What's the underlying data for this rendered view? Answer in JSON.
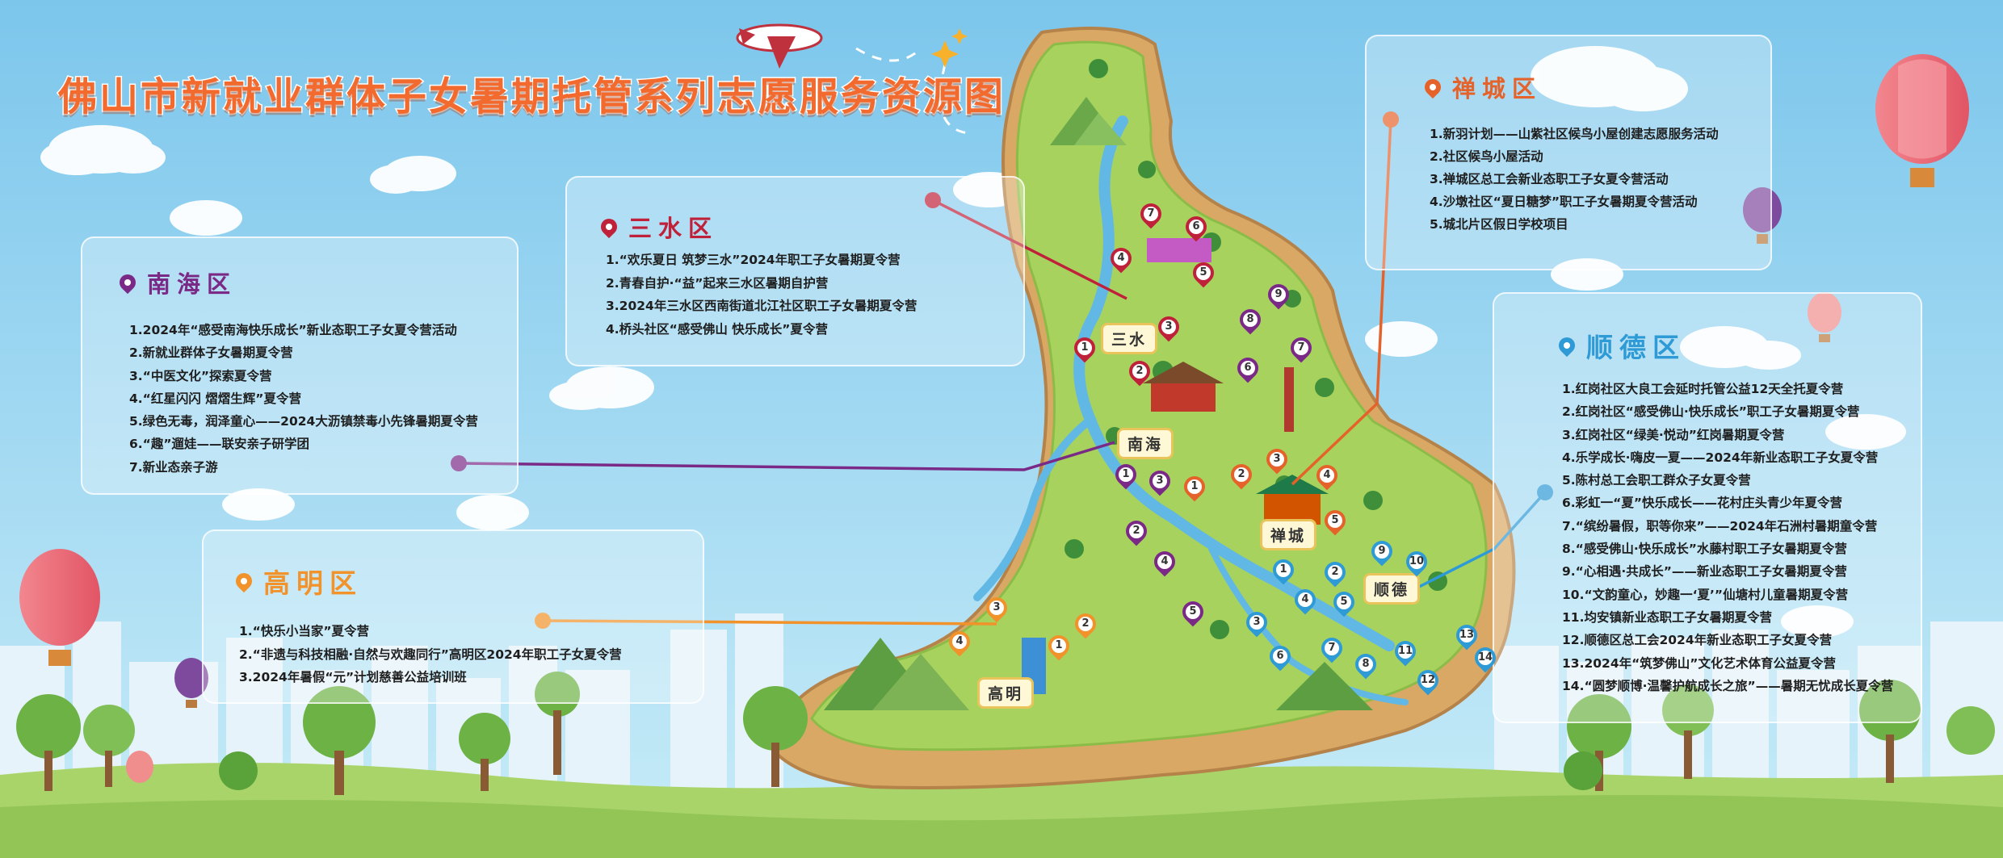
{
  "title": "佛山市新就业群体子女暑期托管系列志愿服务资源图",
  "colors": {
    "sky": "#8fd0ee",
    "title": "#f26a2e",
    "nanhai": "#7a2a86",
    "sanshui": "#c0213a",
    "chancheng": "#e5632a",
    "shunde": "#2e9ad6",
    "gaoming": "#f1922a"
  },
  "district_labels": {
    "sanshui": "三水",
    "nanhai": "南海",
    "chancheng": "禅城",
    "shunde": "顺德",
    "gaoming": "高明"
  },
  "panels": {
    "nanhai": {
      "heading": "南海区",
      "items": [
        "1.2024年“感受南海快乐成长”新业态职工子女夏令营活动",
        "2.新就业群体子女暑期夏令营",
        "3.“中医文化”探索夏令营",
        "4.“红星闪闪 熠熠生辉”夏令营",
        "5.绿色无毒，润泽童心——2024大沥镇禁毒小先锋暑期夏令营",
        "6.“趣”遛娃——联安亲子研学团",
        "7.新业态亲子游"
      ]
    },
    "sanshui": {
      "heading": "三水区",
      "items": [
        "1.“欢乐夏日 筑梦三水”2024年职工子女暑期夏令营",
        "2.青春自护·“益”起来三水区暑期自护营",
        "3.2024年三水区西南街道北江社区职工子女暑期夏令营",
        "4.桥头社区“感受佛山 快乐成长”夏令营"
      ]
    },
    "chancheng": {
      "heading": "禅城区",
      "items": [
        "1.新羽计划——山紫社区候鸟小屋创建志愿服务活动",
        "2.社区候鸟小屋活动",
        "3.禅城区总工会新业态职工子女夏令营活动",
        "4.沙墩社区“夏日糖梦”职工子女暑期夏令营活动",
        "5.城北片区假日学校项目"
      ]
    },
    "shunde": {
      "heading": "顺德区",
      "items": [
        "1.红岗社区大良工会延时托管公益12天全托夏令营",
        "2.红岗社区“感受佛山·快乐成长”职工子女暑期夏令营",
        "3.红岗社区“绿美·悦动”红岗暑期夏令营",
        "4.乐学成长·嗨皮一夏——2024年新业态职工子女夏令营",
        "5.陈村总工会职工群众子女夏令营",
        "6.彩虹一“夏”快乐成长——花村庄头青少年夏令营",
        "7.“缤纷暑假，职等你来”——2024年石洲村暑期童令营",
        "8.“感受佛山·快乐成长”水藤村职工子女暑期夏令营",
        "9.“心相遇·共成长”——新业态职工子女暑期夏令营",
        "10.“文韵童心，妙趣一‘夏’”仙塘村儿童暑期夏令营",
        "11.均安镇新业态职工子女暑期夏令营",
        "12.顺德区总工会2024年新业态职工子女夏令营",
        "13.2024年“筑梦佛山”文化艺术体育公益夏令营",
        "14.“圆梦顺博·温馨护航成长之旅”——暑期无忧成长夏令营"
      ]
    },
    "gaoming": {
      "heading": "高明区",
      "items": [
        "1.“快乐小当家”夏令营",
        "2.“非遗与科技相融·自然与欢趣同行”高明区2024年职工子女夏令营",
        "3.2024年暑假“元”计划慈善公益培训班"
      ]
    }
  },
  "markers": {
    "sanshui": [
      "1",
      "2",
      "3",
      "4",
      "5",
      "6",
      "7"
    ],
    "nanhai": [
      "1",
      "2",
      "3",
      "4",
      "5",
      "6",
      "7",
      "8",
      "9"
    ],
    "chancheng": [
      "1",
      "2",
      "3",
      "4",
      "5"
    ],
    "shunde": [
      "1",
      "2",
      "3",
      "4",
      "5",
      "6",
      "7",
      "8",
      "9",
      "10",
      "11",
      "12",
      "13",
      "14"
    ],
    "gaoming": [
      "1",
      "2",
      "3",
      "4"
    ]
  }
}
